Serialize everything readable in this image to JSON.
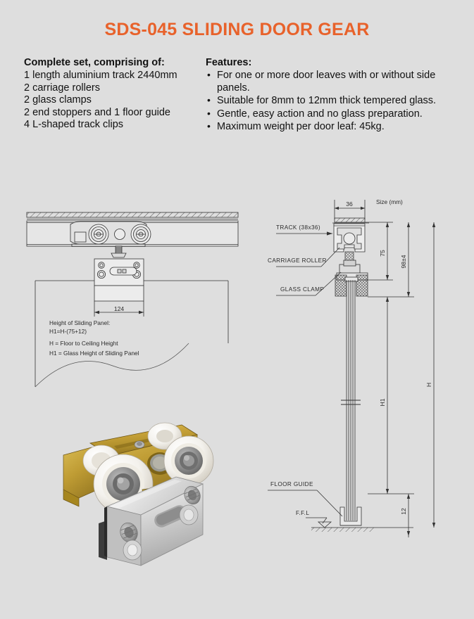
{
  "document": {
    "title": "SDS-045 SLIDING DOOR GEAR",
    "title_color": "#e8622b",
    "background_color": "#dedede"
  },
  "complete_set": {
    "heading": "Complete set, comprising of:",
    "items": [
      "1 length aluminium track 2440mm",
      "2 carriage rollers",
      "2 glass clamps",
      "2 end stoppers and 1 floor guide",
      "4 L-shaped track clips"
    ]
  },
  "features": {
    "heading": "Features:",
    "bullet": "•",
    "items": [
      "For one or more door leaves with or without side panels.",
      "Suitable for 8mm to 12mm thick tempered glass.",
      "Gentle, easy action and no glass preparation.",
      "Maximum weight per door leaf: 45kg."
    ]
  },
  "drawing_left": {
    "name": "elevation-detail-drawing",
    "dimension_124": "124",
    "notes": [
      "Height of Sliding Panel:",
      "H1=H-(75+12)",
      "H = Floor to Ceiling Height",
      "H1 = Glass Height of Sliding Panel"
    ]
  },
  "drawing_right": {
    "name": "section-dimension-drawing",
    "size_note": "Size (mm)",
    "dim_width": "36",
    "dim_75": "75",
    "dim_98": "98±4",
    "dim_12": "12",
    "dim_h": "H",
    "dim_h1": "H1",
    "callouts": [
      "TRACK  (38x36)",
      "CARRIAGE  ROLLER",
      "GLASS  CLAMP",
      "FLOOR  GUIDE",
      "F.F.L"
    ]
  },
  "product_photo": {
    "name": "carriage-roller-glass-clamp-photo",
    "alt": "Brass carriage roller with white nylon wheels and aluminium glass clamp"
  }
}
